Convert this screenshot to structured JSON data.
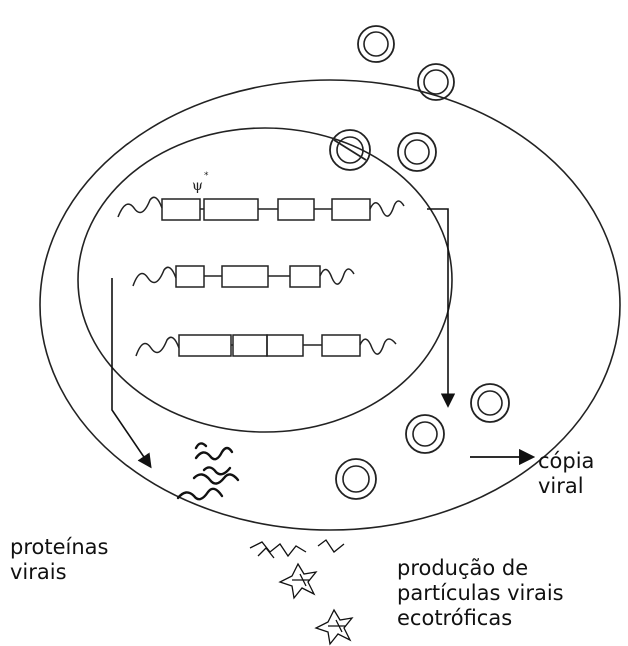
{
  "diagram": {
    "psi_symbol": "ψ",
    "psi_star": "*",
    "labels": {
      "viral_copy": [
        "cópia",
        "viral"
      ],
      "viral_proteins": [
        "proteínas",
        "virais"
      ],
      "particle_production": [
        "produção de",
        "partículas virais",
        "ecotróficas"
      ]
    },
    "colors": {
      "stroke": "#222222",
      "background": "#ffffff"
    }
  }
}
